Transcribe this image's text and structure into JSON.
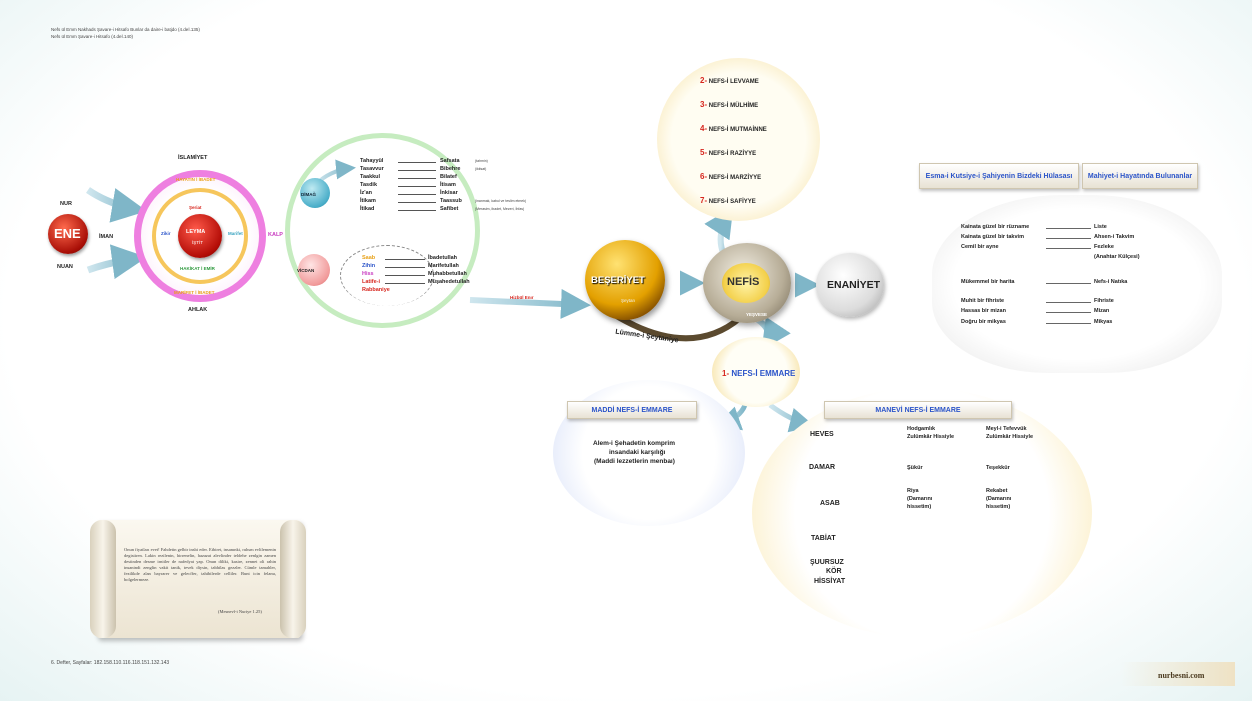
{
  "top_info": {
    "line1": "Nefs ül Emm    Nakhads      Şavare-i Hitsafo     Bunlar da daire-i batjdo  (4.deİ.135)",
    "line2": "Nefs ül Emm     Şavare-i Hitsafo  (4.deİ.140)"
  },
  "left_cluster": {
    "nur": "NUR",
    "ene": "ENE",
    "iman": "İMAN",
    "nuan": "NUAN",
    "islamiyet": "İSLAMİYET",
    "ahlak": "AHLAK",
    "kalp": "KALP",
    "ring_top": "HAYATIN İ İBADET",
    "ring_bottom": "MARİFET İ İBADET",
    "inner_top": "Şeriat",
    "inner_mid": "LEYMA",
    "inner_left": "Zikir",
    "inner_right": "Marifet",
    "inner_bottom": "HAKİKAT İ EMİR",
    "inner_small": "İŞTİT"
  },
  "dimag": {
    "label": "DİMAĞ",
    "rows": [
      {
        "left": "Tahayyül",
        "right": "Safsata",
        "note": "(tahmin)"
      },
      {
        "left": "Tasavvur",
        "right": "Bibehre",
        "note": "(iktisat)"
      },
      {
        "left": "Taakkul",
        "right": "Bilatef",
        "note": ""
      },
      {
        "left": "Tasdik",
        "right": "İtisam",
        "note": ""
      },
      {
        "left": "İz'an",
        "right": "İnkisar",
        "note": ""
      },
      {
        "left": "İtikam",
        "right": "Taassub",
        "note": "(inanmak, kabul ve teslim etmek)"
      },
      {
        "left": "İtikad",
        "right": "Safibet",
        "note": "(Merasim, ibadet, Mezeri, İhfas)"
      }
    ]
  },
  "vicdan": {
    "label": "VİCDAN",
    "rows": [
      {
        "left": "Saab",
        "right": "İbadetullah"
      },
      {
        "left": "Zihin",
        "right": "Marifetullah"
      },
      {
        "left": "Hiss",
        "right": "Muhabbetullah"
      },
      {
        "left": "Latife-i",
        "right": "Müşahedetullah"
      },
      {
        "left": "Rabbaniye",
        "right": ""
      }
    ],
    "arrow_label": "Hizbül Enır"
  },
  "beseriyet": {
    "label": "BEŞERİYET",
    "sub": "Şeytan"
  },
  "nefis": {
    "label": "NEFİS",
    "sub": "YEŞVESE"
  },
  "lumme": "Lümme-i Şeytaniye",
  "enaniyet": "ENANİYET",
  "nefs_levels": [
    {
      "num": "2-",
      "name": "NEFS-İ LEVVAME"
    },
    {
      "num": "3-",
      "name": "NEFS-İ MÜLHİME"
    },
    {
      "num": "4-",
      "name": "NEFS-İ MUTMAİNNE"
    },
    {
      "num": "5-",
      "name": "NEFS-İ RAZİYYE"
    },
    {
      "num": "6-",
      "name": "NEFS-İ MARZİYYE"
    },
    {
      "num": "7-",
      "name": "NEFS-İ SAFİYYE"
    }
  ],
  "emmare": {
    "label": "1- NEFS-İ EMMARE"
  },
  "right_panel": {
    "header_left": "Esma-i Kutsiye-i Şahiyenin Bizdeki Hülasası",
    "header_right": "Mahiyet-i Hayatında Bulunanlar",
    "rows": [
      {
        "left": "Kainata güzel bir rüzname",
        "right": "Liste"
      },
      {
        "left": "Kainata güzel bir takvim",
        "right": "Ahsen-i Takvim"
      },
      {
        "left": "Cemil bir aynе",
        "right": "Fezleke"
      },
      {
        "left": "",
        "right": "(Anahtar Külçesi)"
      },
      {
        "left": "Mükemmel bir harita",
        "right": "Nefs-i Natıka"
      },
      {
        "left": "Muhit bir fihriste",
        "right": "Fihriste"
      },
      {
        "left": "Hassas bir mizan",
        "right": "Mizan"
      },
      {
        "left": "Doğru bir mikyas",
        "right": "Mikyas"
      }
    ]
  },
  "maddi": {
    "header": "MADDİ NEFS-İ EMMARE",
    "text1": "Alem-i Şehadetin komprim",
    "text2": "insandaki karşılığı",
    "text3": "(Maddi lezzetlerin menbaı)"
  },
  "manevi": {
    "header": "MANEVİ NEFS-İ EMMARE",
    "items": [
      "HEVES",
      "DAMAR",
      "ASAB",
      "TABİAT",
      "ŞUURSUZ",
      "KÖR",
      "HİSSİYAT"
    ],
    "heves_a1": "Hodgamlık",
    "heves_a2": "Zulümkâr Hissiyle",
    "heves_b1": "Meyl-i Tefevvük",
    "heves_b2": "Zulümkâr Hissiyle",
    "damar_a": "Şükür",
    "damar_b": "Teşekkür",
    "asab_a1": "Riya",
    "asab_a2": "(Damarını",
    "asab_a3": "hissetim)",
    "asab_b1": "Rekabet",
    "asab_b2": "(Damarını",
    "asab_b3": "hissetim)"
  },
  "scroll": {
    "text": "Onun fiyatları evet! Fahdetin gelbir insbi eder. Etbiret, insanınki, ruhsm evlilemenin degistiren. Lakin rezilenin, hirrenelin, hazazat alevlinder teldehe zenlgin zamen destinden desme irnitler de nafedyat yap. Onun diliki, kasire, zennet oli rahin insanindi zenglin vakit tanik, tevek diysin, tabhilas gezzler. Cümle tamahler, fezilikde alan bayrarer ve gelecffer, tahibilerde celliler. Bunt icin felanu, bolgelermeze.",
    "ref": "(Mesnevî-i Nuriye 1.25)"
  },
  "footer": {
    "refs": "6. Defter, Sayfalar:   182.158.110.116.118.151.132.143",
    "brand": "nurbesni.com"
  }
}
